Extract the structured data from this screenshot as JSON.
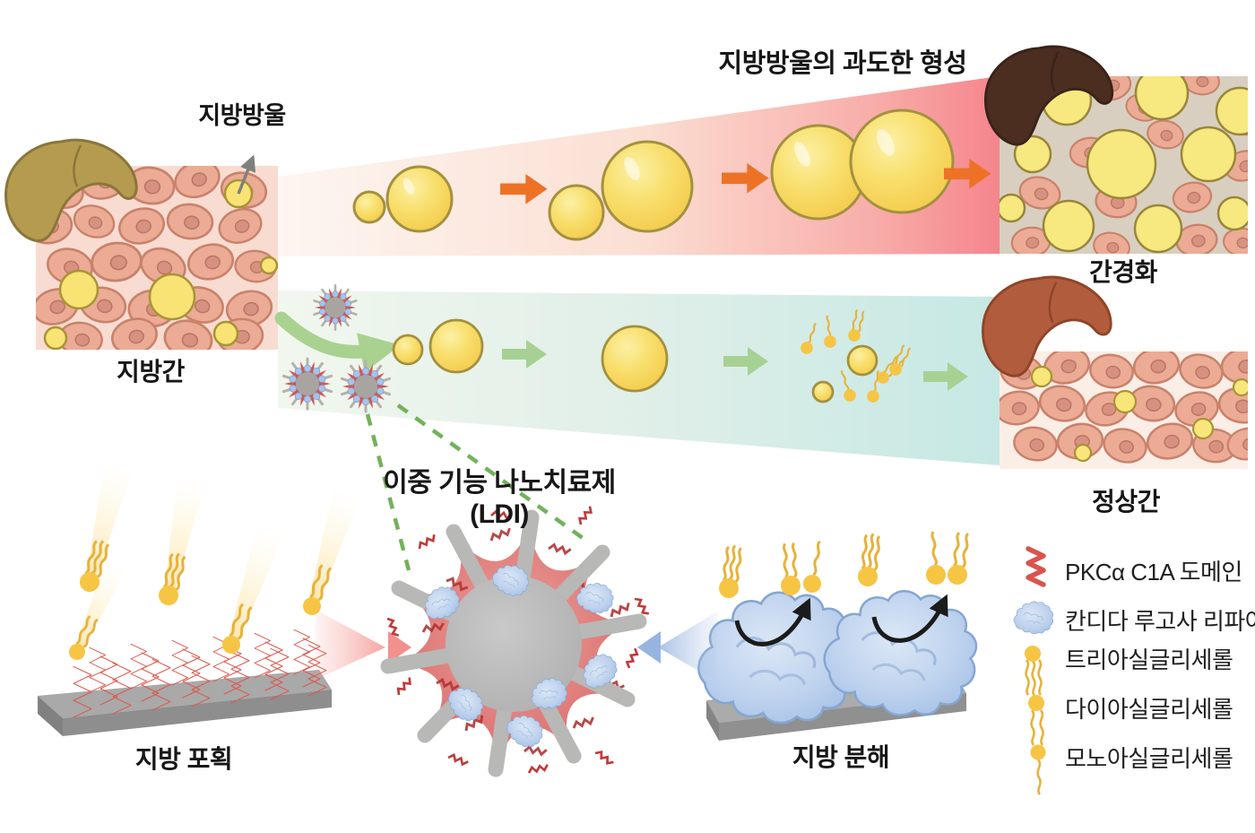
{
  "top_flow": {
    "title": "지방방울의 과도한 형성",
    "droplet_label": "지방방울",
    "start_label": "지방간",
    "end_label": "간경화"
  },
  "middle_flow": {
    "end_label": "정상간"
  },
  "nano": {
    "title": "이중 기능 나노치료제",
    "subtitle": "(LDI)"
  },
  "bottom": {
    "capture_label": "지방 포획",
    "breakdown_label": "지방 분해"
  },
  "legend": {
    "items": [
      {
        "label": "PKCα C1A 도메인",
        "icon": "pkc-c1a-domain-icon",
        "color": "#d9534f"
      },
      {
        "label": "칸디다 루고사 리파아제",
        "icon": "candida-rugosa-lipase-icon",
        "color": "#a9c4e8"
      },
      {
        "label": "트리아실글리세롤",
        "icon": "triacylglycerol-icon",
        "color": "#f6c544"
      },
      {
        "label": "다이아실글리세롤",
        "icon": "diacylglycerol-icon",
        "color": "#f6c544"
      },
      {
        "label": "모노아실글리세롤",
        "icon": "monoacylglycerol-icon",
        "color": "#f6c544"
      }
    ]
  },
  "colors": {
    "pathway_bad_end": "#f5858d",
    "pathway_good_end": "#c6e8e4",
    "arrow_bad": "#ed7226",
    "arrow_good": "#a7d193",
    "nano_red": "#d4574f",
    "lipase_blue": "#a9c4e8",
    "lipid_yellow": "#f6d75c",
    "platform_gray": "#a9a9a9",
    "fatty_liver": "#b59b4f",
    "cirrhotic_liver": "#4c2e20",
    "normal_liver": "#b25c3e"
  }
}
